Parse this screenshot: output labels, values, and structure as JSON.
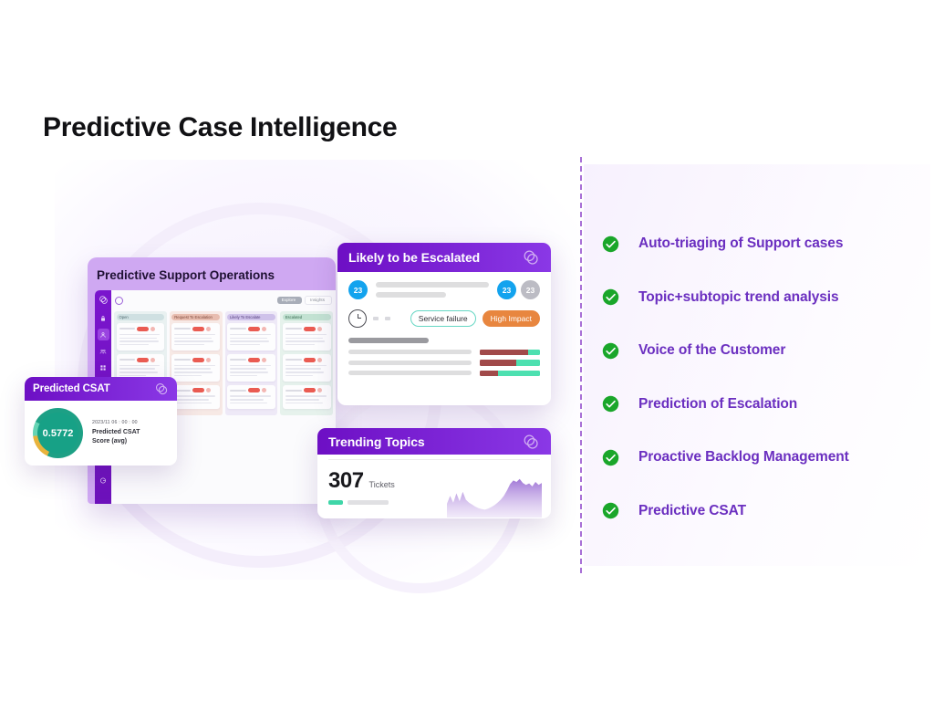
{
  "page": {
    "title": "Predictive Case Intelligence"
  },
  "features": {
    "items": [
      {
        "label": "Auto-triaging of Support cases",
        "icon": "check-circle-icon"
      },
      {
        "label": "Topic+subtopic trend analysis",
        "icon": "check-circle-icon"
      },
      {
        "label": "Voice of the Customer",
        "icon": "check-circle-icon"
      },
      {
        "label": "Prediction of Escalation",
        "icon": "check-circle-icon"
      },
      {
        "label": "Proactive Backlog Management",
        "icon": "check-circle-icon"
      },
      {
        "label": "Predictive CSAT",
        "icon": "check-circle-icon"
      }
    ],
    "text_color": "#6b2fc0",
    "check_color": "#1aa62a"
  },
  "dashboard": {
    "title": "Predictive Support Operations",
    "tabs": [
      {
        "label": "Explore",
        "icon": "grid-icon",
        "active": true
      },
      {
        "label": "Insights",
        "icon": "chart-icon",
        "active": false
      }
    ],
    "sidebar_icons": [
      "logo-icon",
      "lock-icon",
      "person-icon",
      "group-icon",
      "grid-icon",
      "logout-icon"
    ],
    "columns": [
      {
        "label": "Open"
      },
      {
        "label": "Request To Escalation"
      },
      {
        "label": "Likely To Escalate"
      },
      {
        "label": "Escalated"
      }
    ]
  },
  "escalated_card": {
    "title": "Likely to be Escalated",
    "logo": "overlapping-circles-logo",
    "avatar_left": "23",
    "avatar_right_1": "23",
    "avatar_right_2": "23",
    "tag_outline": "Service failure",
    "tag_solid": "High Impact",
    "bars": [
      {
        "red_pct": 80,
        "green_pct": 20
      },
      {
        "red_pct": 60,
        "green_pct": 40
      },
      {
        "red_pct": 30,
        "green_pct": 70
      }
    ],
    "colors": {
      "red": "#a14a4a",
      "green": "#4de0b0",
      "impact": "#e8863f",
      "avatar": "#13a3ee"
    }
  },
  "csat_card": {
    "title": "Predicted CSAT",
    "logo": "overlapping-circles-logo",
    "score": "0.5772",
    "date": "2023/11  06 : 00 : 00",
    "metric_line_1": "Predicted CSAT",
    "metric_line_2": "Score (avg)",
    "colors": {
      "donut": "#17a186",
      "accent": "#e8b33c"
    }
  },
  "trending_card": {
    "title": "Trending Topics",
    "logo": "overlapping-circles-logo",
    "count": "307",
    "count_label": "Tickets",
    "chart_data": {
      "type": "area",
      "title": "Trending Topics",
      "x": [
        0,
        1,
        2,
        3,
        4,
        5,
        6,
        7,
        8,
        9,
        10,
        11,
        12,
        13,
        14,
        15,
        16,
        17,
        18,
        19,
        20,
        21,
        22,
        23,
        24,
        25,
        26,
        27,
        28,
        29,
        30
      ],
      "values": [
        28,
        44,
        30,
        49,
        33,
        52,
        36,
        30,
        26,
        22,
        19,
        17,
        16,
        18,
        21,
        25,
        30,
        36,
        44,
        55,
        68,
        75,
        72,
        78,
        70,
        66,
        69,
        63,
        72,
        66,
        70
      ],
      "ylim": [
        0,
        85
      ],
      "grid": false,
      "color": "#9b6fd4"
    }
  },
  "theme": {
    "brand_purple": "#6d0fc4",
    "brand_purple_light": "#8a38e6",
    "divider": "#a86fd6"
  }
}
